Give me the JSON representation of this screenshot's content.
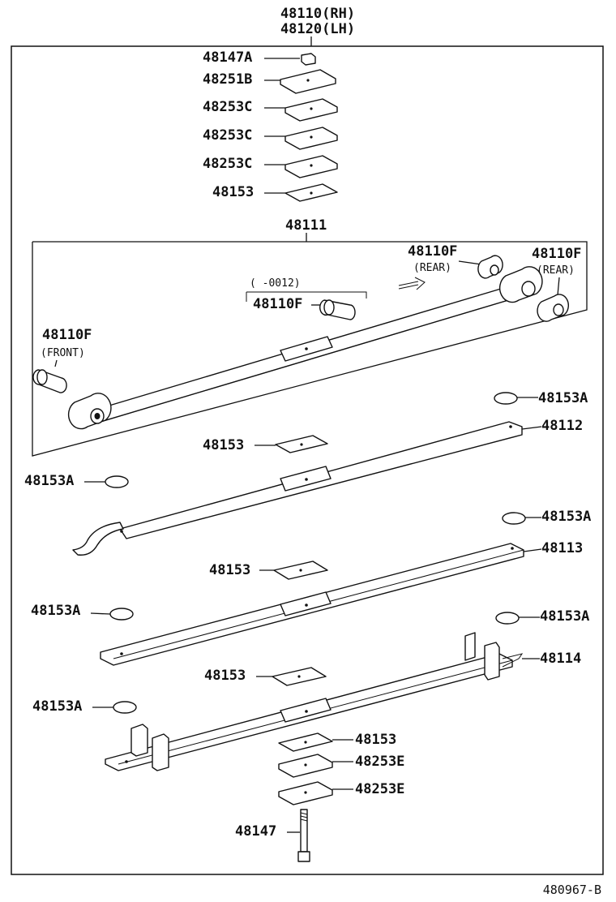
{
  "header": {
    "rh": "48110(RH)",
    "lh": "48120(LH)"
  },
  "labels": {
    "p48147A": "48147A",
    "p48251B": "48251B",
    "p48253C_1": "48253C",
    "p48253C_2": "48253C",
    "p48253C_3": "48253C",
    "p48153_top": "48153",
    "p48111": "48111",
    "p48110F_rear1": "48110F",
    "rear1": "(REAR)",
    "p48110F_rear2": "48110F",
    "rear2": "(REAR)",
    "serial_range": "(     -0012)",
    "p48110F_mid": "48110F",
    "p48110F_front": "48110F",
    "front": "(FRONT)",
    "p48153A_1": "48153A",
    "p48112": "48112",
    "p48153_1": "48153",
    "p48153A_2": "48153A",
    "p48153A_3": "48153A",
    "p48113": "48113",
    "p48153_2": "48153",
    "p48153A_4": "48153A",
    "p48153A_5": "48153A",
    "p48114": "48114",
    "p48153_3": "48153",
    "p48153A_6": "48153A",
    "p48153_4": "48153",
    "p48253E_1": "48253E",
    "p48253E_2": "48253E",
    "p48147": "48147"
  },
  "footer": {
    "diagram_code": "480967-B"
  }
}
